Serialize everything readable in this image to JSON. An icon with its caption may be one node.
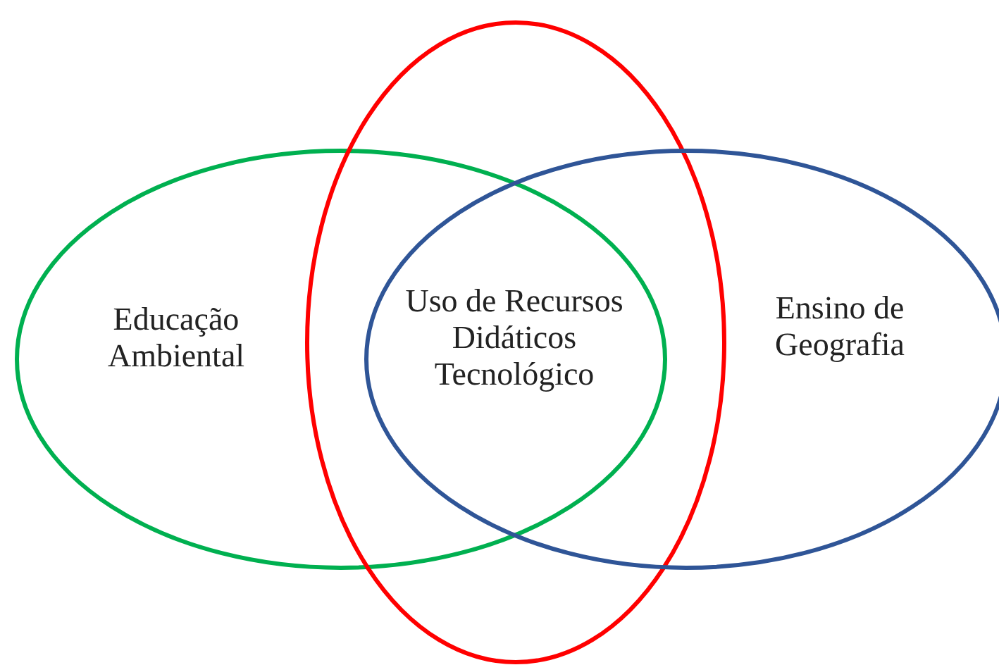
{
  "diagram": {
    "nodes": [
      {
        "text": [
          "Educação Ambiental"
        ]
      },
      {
        "text": [
          "Uso de Recursos Didáticos Tecnológico"
        ]
      },
      {
        "text": [
          "Ensino de Geografia"
        ]
      }
    ]
  }
}
